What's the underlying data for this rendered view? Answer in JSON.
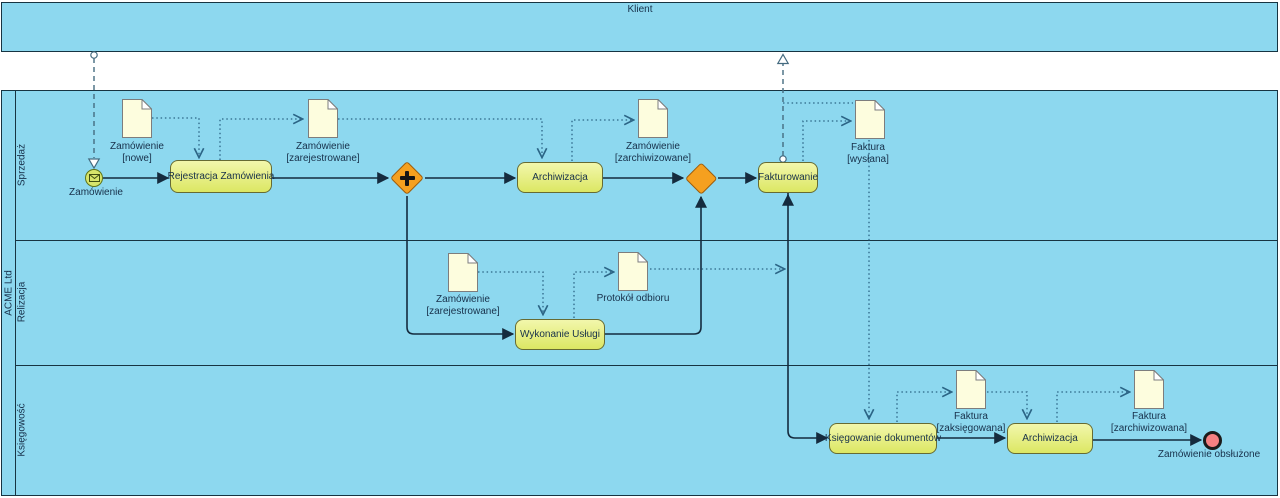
{
  "pools": {
    "customer": {
      "label": "Klient"
    },
    "company": {
      "label": "ACME Ltd"
    }
  },
  "lanes": [
    {
      "label": "Sprzedaż"
    },
    {
      "label": "Relizacja"
    },
    {
      "label": "Księgowość"
    }
  ],
  "tasks": [
    {
      "label": "Rejestracja Zamówienia"
    },
    {
      "label": "Archiwizacja"
    },
    {
      "label": "Fakturowanie"
    },
    {
      "label": "Wykonanie Usługi"
    },
    {
      "label": "Księgowanie dokumentów"
    },
    {
      "label": "Archiwizacja"
    }
  ],
  "events": {
    "start": {
      "label": "Zamówienie",
      "type": "message-start"
    },
    "end": {
      "label": "Zamówienie obsłużone",
      "type": "end"
    }
  },
  "gateways": [
    {
      "type": "parallel-split"
    },
    {
      "type": "merge"
    }
  ],
  "data_objects": [
    {
      "name": "Zamówienie",
      "state": "[nowe]"
    },
    {
      "name": "Zamówienie",
      "state": "[zarejestrowane]"
    },
    {
      "name": "Zamówienie",
      "state": "[zarchiwizowane]"
    },
    {
      "name": "Faktura",
      "state": "[wysłana]"
    },
    {
      "name": "Zamówienie",
      "state": "[zarejestrowane]"
    },
    {
      "name": "Protokół odbioru",
      "state": ""
    },
    {
      "name": "Faktura",
      "state": "[zaksięgowana]"
    },
    {
      "name": "Faktura",
      "state": "[zarchiwizowana]"
    }
  ],
  "colors": {
    "lane_bg": "#8dd8ef",
    "pool_border": "#173442",
    "task_fill_top": "#f2f7ac",
    "task_fill_bottom": "#dce763",
    "task_border": "#666b33",
    "gateway_fill": "#f5a01f",
    "gateway_border": "#9c5c0c",
    "start_fill": "#d7e56b",
    "start_border": "#5f7518",
    "end_fill": "#f58082",
    "end_border": "#1b1b1b",
    "doc_fill": "#fdfdde",
    "doc_border": "#7d7d7d",
    "seq": "#152b3e",
    "assoc": "#2b6485",
    "msg": "#456b80",
    "text": "#17304a"
  }
}
